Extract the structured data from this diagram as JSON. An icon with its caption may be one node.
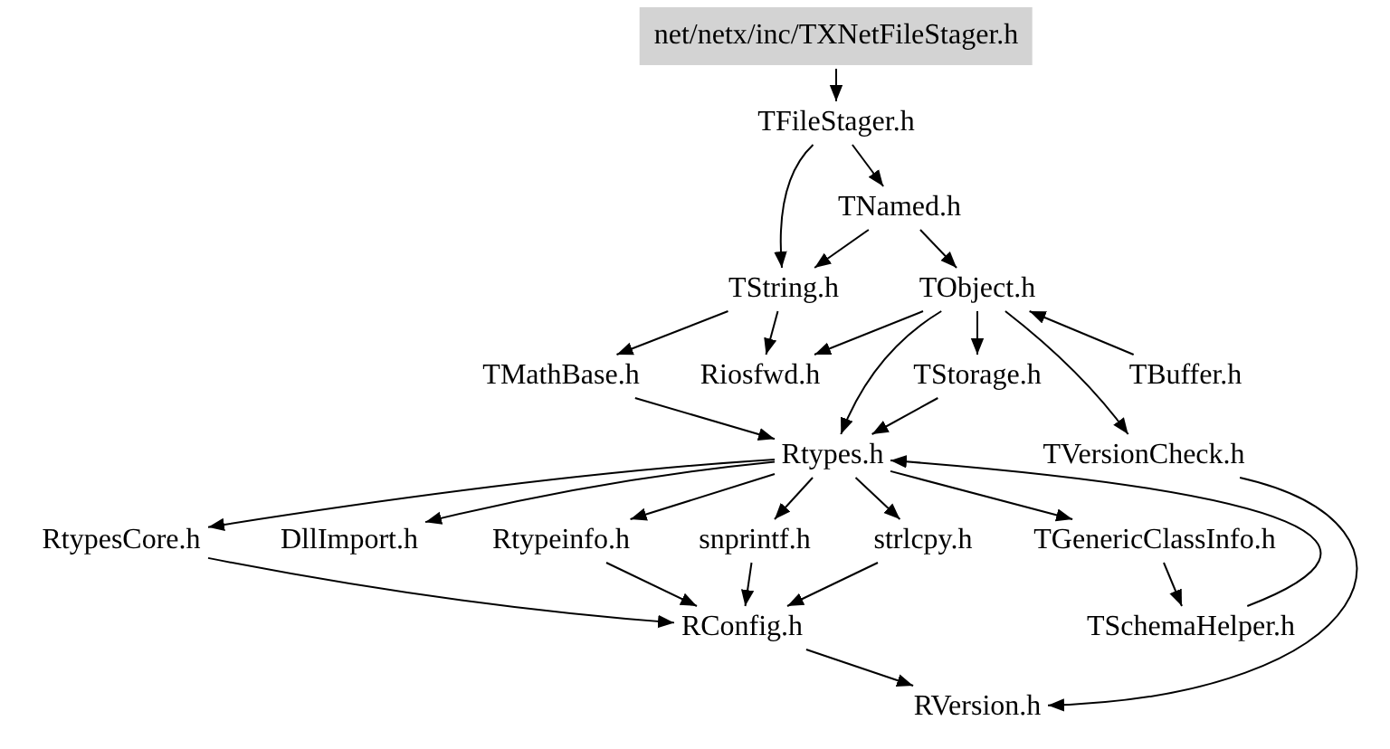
{
  "diagram": {
    "nodes": [
      {
        "text": [
          "net/netx/inc/TXNetFileStager.h"
        ]
      },
      {
        "text": [
          "TFileStager.h"
        ]
      },
      {
        "text": [
          "TNamed.h"
        ]
      },
      {
        "text": [
          "TString.h"
        ]
      },
      {
        "text": [
          "TObject.h"
        ]
      },
      {
        "text": [
          "TMathBase.h"
        ]
      },
      {
        "text": [
          "Riosfwd.h"
        ]
      },
      {
        "text": [
          "TStorage.h"
        ]
      },
      {
        "text": [
          "TBuffer.h"
        ]
      },
      {
        "text": [
          "Rtypes.h"
        ]
      },
      {
        "text": [
          "TVersionCheck.h"
        ]
      },
      {
        "text": [
          "RtypesCore.h"
        ]
      },
      {
        "text": [
          "DllImport.h"
        ]
      },
      {
        "text": [
          "Rtypeinfo.h"
        ]
      },
      {
        "text": [
          "snprintf.h"
        ]
      },
      {
        "text": [
          "strlcpy.h"
        ]
      },
      {
        "text": [
          "TGenericClassInfo.h"
        ]
      },
      {
        "text": [
          "TSchemaHelper.h"
        ]
      },
      {
        "text": [
          "RConfig.h"
        ]
      },
      {
        "text": [
          "RVersion.h"
        ]
      }
    ],
    "edges": [
      {
        "from": 0,
        "to": 1,
        "arrow": "to"
      },
      {
        "from": 1,
        "to": 2,
        "arrow": "to"
      },
      {
        "from": 1,
        "to": 3,
        "arrow": "to"
      },
      {
        "from": 2,
        "to": 3,
        "arrow": "to"
      },
      {
        "from": 2,
        "to": 4,
        "arrow": "to"
      },
      {
        "from": 3,
        "to": 5,
        "arrow": "to"
      },
      {
        "from": 3,
        "to": 6,
        "arrow": "to"
      },
      {
        "from": 4,
        "to": 6,
        "arrow": "to"
      },
      {
        "from": 4,
        "to": 9,
        "arrow": "to"
      },
      {
        "from": 4,
        "to": 7,
        "arrow": "to"
      },
      {
        "from": 8,
        "to": 4,
        "arrow": "to"
      },
      {
        "from": 4,
        "to": 10,
        "arrow": "to"
      },
      {
        "from": 5,
        "to": 9,
        "arrow": "to"
      },
      {
        "from": 7,
        "to": 9,
        "arrow": "to"
      },
      {
        "from": 9,
        "to": 11,
        "arrow": "to"
      },
      {
        "from": 9,
        "to": 12,
        "arrow": "to"
      },
      {
        "from": 9,
        "to": 13,
        "arrow": "to"
      },
      {
        "from": 9,
        "to": 14,
        "arrow": "to"
      },
      {
        "from": 9,
        "to": 15,
        "arrow": "to"
      },
      {
        "from": 9,
        "to": 16,
        "arrow": "to"
      },
      {
        "from": 10,
        "to": 19,
        "arrow": "to"
      },
      {
        "from": 16,
        "to": 17,
        "arrow": "to"
      },
      {
        "from": 17,
        "to": 9,
        "arrow": "to"
      },
      {
        "from": 11,
        "to": 18,
        "arrow": "to"
      },
      {
        "from": 13,
        "to": 18,
        "arrow": "to"
      },
      {
        "from": 14,
        "to": 18,
        "arrow": "to"
      },
      {
        "from": 15,
        "to": 18,
        "arrow": "to"
      },
      {
        "from": 18,
        "to": 19,
        "arrow": "to"
      }
    ]
  }
}
